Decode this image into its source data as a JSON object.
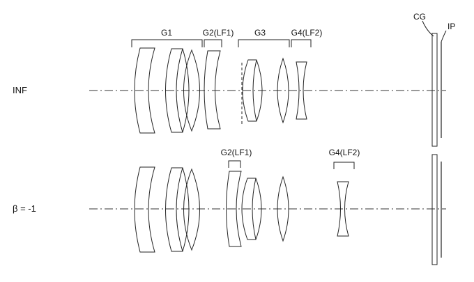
{
  "diagram": {
    "title": "",
    "states": {
      "infinity": "INF",
      "macro": "β = -1"
    },
    "group_labels": {
      "g1": "G1",
      "g2": "G2(LF1)",
      "g3": "G3",
      "g4": "G4(LF2)"
    },
    "macro_labels": {
      "g2": "G2(LF1)",
      "g4": "G4(LF2)"
    },
    "image_side_labels": {
      "cover_glass": "CG",
      "image_plane": "IP"
    },
    "colors": {
      "line": "#222222",
      "background": "#ffffff"
    }
  }
}
